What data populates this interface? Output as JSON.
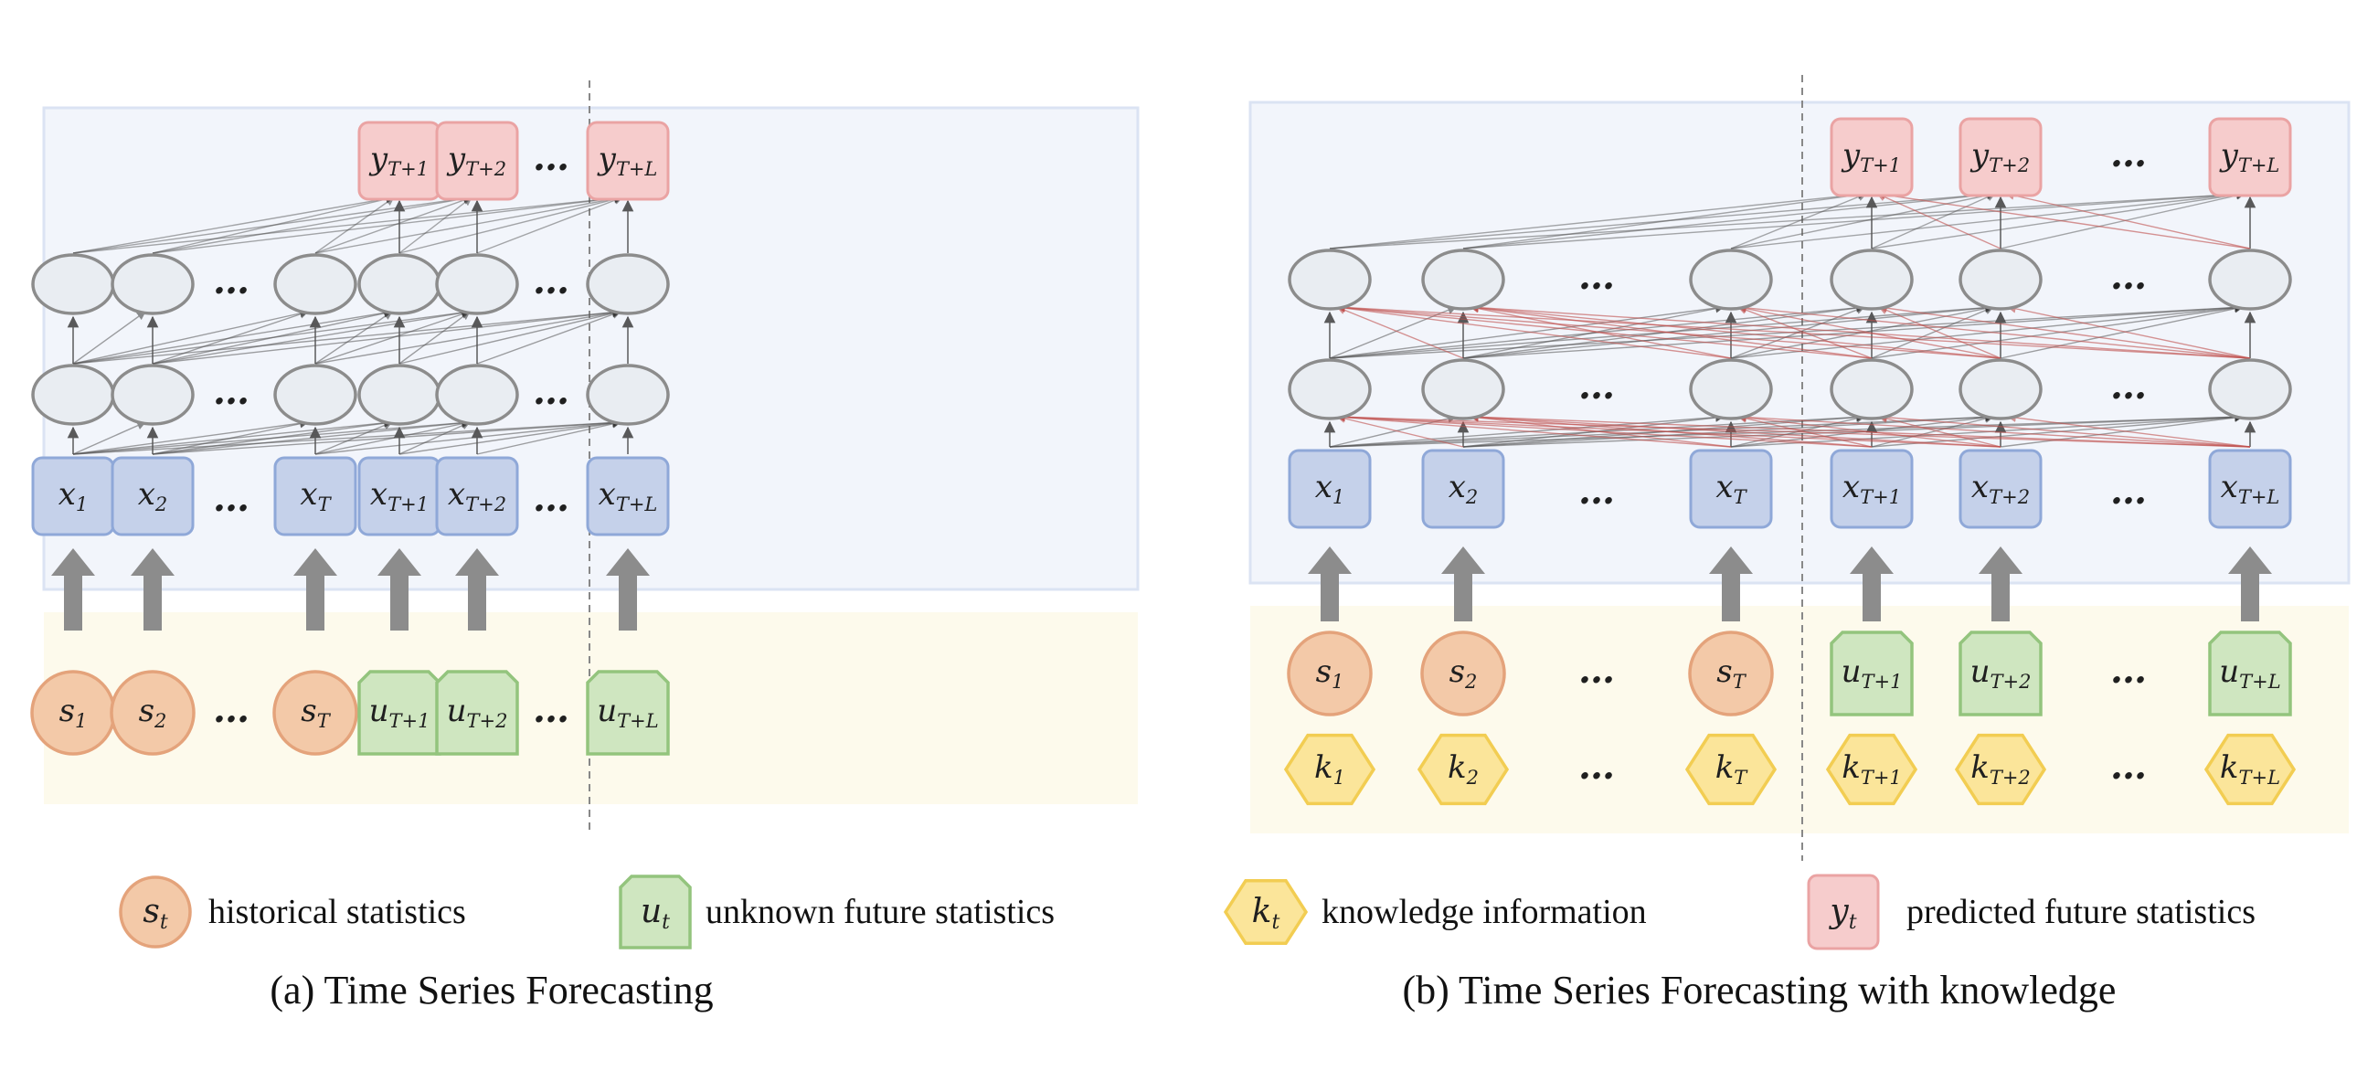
{
  "panels": [
    {
      "caption": "(a) Time Series Forecasting",
      "input_cols": [
        {
          "sym": "x",
          "sub": "1"
        },
        {
          "sym": "x",
          "sub": "2"
        },
        {
          "sym": "",
          "sub": "",
          "dots": "…"
        },
        {
          "sym": "x",
          "sub": "T"
        },
        {
          "sym": "x",
          "sub": "T+1"
        },
        {
          "sym": "x",
          "sub": "T+2"
        },
        {
          "sym": "",
          "sub": "",
          "dots": "…"
        },
        {
          "sym": "x",
          "sub": "T+L"
        }
      ],
      "outputs": [
        {
          "sym": "y",
          "sub": "T+1"
        },
        {
          "sym": "y",
          "sub": "T+2"
        },
        {
          "dots": "…"
        },
        {
          "sym": "y",
          "sub": "T+L"
        }
      ],
      "stats": [
        {
          "sym": "s",
          "sub": "1"
        },
        {
          "sym": "s",
          "sub": "2"
        },
        {
          "dots": "…"
        },
        {
          "sym": "s",
          "sub": "T"
        },
        {
          "sym": "u",
          "sub": "T+1"
        },
        {
          "sym": "u",
          "sub": "T+2"
        },
        {
          "dots": "…"
        },
        {
          "sym": "u",
          "sub": "T+L"
        }
      ],
      "knowledge": []
    },
    {
      "caption": "(b) Time Series Forecasting with knowledge",
      "input_cols": [
        {
          "sym": "x",
          "sub": "1"
        },
        {
          "sym": "x",
          "sub": "2"
        },
        {
          "dots": "…"
        },
        {
          "sym": "x",
          "sub": "T"
        },
        {
          "sym": "x",
          "sub": "T+1"
        },
        {
          "sym": "x",
          "sub": "T+2"
        },
        {
          "dots": "…"
        },
        {
          "sym": "x",
          "sub": "T+L"
        }
      ],
      "outputs": [
        {
          "sym": "y",
          "sub": "T+1"
        },
        {
          "sym": "y",
          "sub": "T+2"
        },
        {
          "dots": "…"
        },
        {
          "sym": "y",
          "sub": "T+L"
        }
      ],
      "stats": [
        {
          "sym": "s",
          "sub": "1"
        },
        {
          "sym": "s",
          "sub": "2"
        },
        {
          "dots": "…"
        },
        {
          "sym": "s",
          "sub": "T"
        },
        {
          "sym": "u",
          "sub": "T+1"
        },
        {
          "sym": "u",
          "sub": "T+2"
        },
        {
          "dots": "…"
        },
        {
          "sym": "u",
          "sub": "T+L"
        }
      ],
      "knowledge": [
        {
          "sym": "k",
          "sub": "1"
        },
        {
          "sym": "k",
          "sub": "2"
        },
        {
          "dots": "…"
        },
        {
          "sym": "k",
          "sub": "T"
        },
        {
          "sym": "k",
          "sub": "T+1"
        },
        {
          "sym": "k",
          "sub": "T+2"
        },
        {
          "dots": "…"
        },
        {
          "sym": "k",
          "sub": "T+L"
        }
      ]
    }
  ],
  "legend": [
    {
      "sym": "s",
      "sub": "t",
      "text": "historical statistics",
      "shape": "circle"
    },
    {
      "sym": "u",
      "sub": "t",
      "text": "unknown future statistics",
      "shape": "pentagon"
    },
    {
      "sym": "k",
      "sub": "t",
      "text": "knowledge information",
      "shape": "hexagon"
    },
    {
      "sym": "y",
      "sub": "t",
      "text": "predicted future statistics",
      "shape": "rounded-square"
    }
  ],
  "colors": {
    "upper_bg": "#f2f5fb",
    "upper_border": "#dbe3f3",
    "lower_bg": "#fdfaec",
    "input_fill": "#c5d1ea",
    "input_stroke": "#8fa8d8",
    "output_fill": "#f6cccc",
    "output_stroke": "#eaa3a3",
    "hist_fill": "#f3c9a8",
    "hist_stroke": "#e4a37b",
    "future_fill": "#cfe6c0",
    "future_stroke": "#93c47d",
    "know_fill": "#fbe59a",
    "know_stroke": "#f2cd52",
    "node_fill": "#e9edf2",
    "node_stroke": "#8c8c8c",
    "edge": "#555555",
    "red_edge": "#c0504d",
    "arrow": "#8c8c8c"
  }
}
